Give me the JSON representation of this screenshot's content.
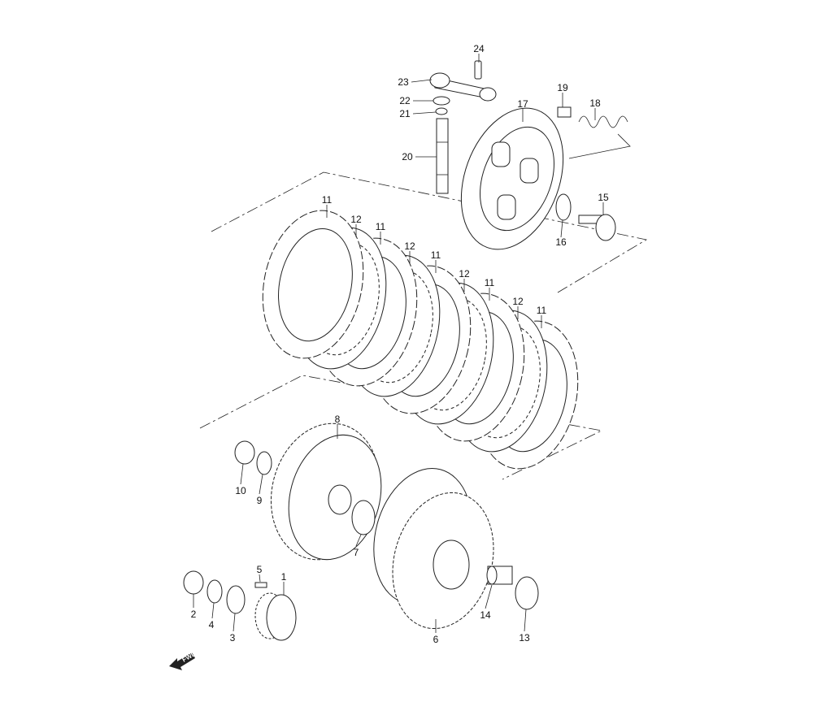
{
  "diagram": {
    "title": "Clutch exploded parts diagram",
    "parts": {
      "p24": "24",
      "p23": "23",
      "p22": "22",
      "p21": "21",
      "p20": "20",
      "p19": "19",
      "p18": "18",
      "p17": "17",
      "p15": "15",
      "p16": "16",
      "p11a": "11",
      "p12a": "12",
      "p11b": "11",
      "p12b": "12",
      "p11c": "11",
      "p12c": "12",
      "p11d": "11",
      "p12d": "12",
      "p11e": "11",
      "p8": "8",
      "p10": "10",
      "p9": "9",
      "p7": "7",
      "p5": "5",
      "p1": "1",
      "p2": "2",
      "p4": "4",
      "p3": "3",
      "p14": "14",
      "p6": "6",
      "p13": "13"
    },
    "fwd_label": "FWD"
  }
}
